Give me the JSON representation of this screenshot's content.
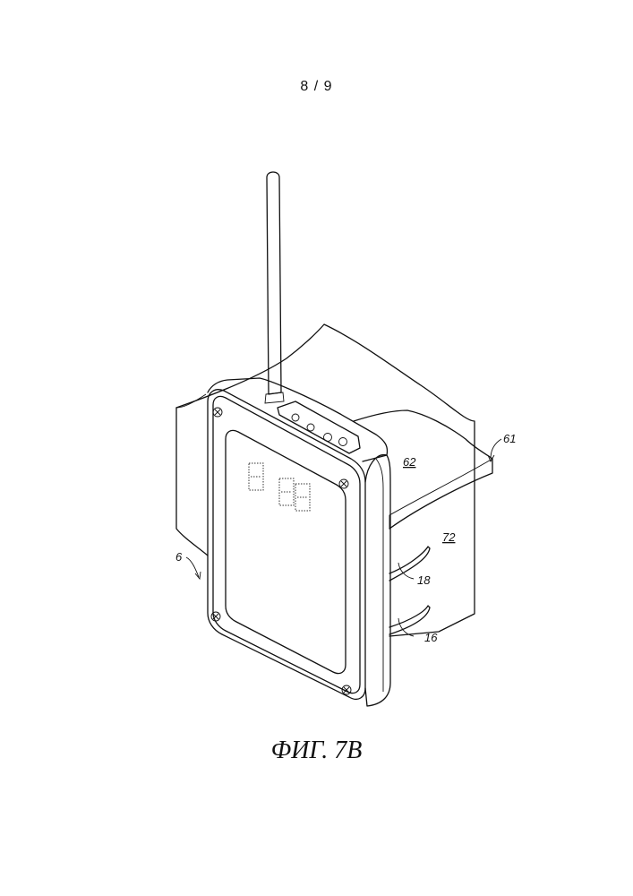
{
  "page": {
    "number": "8 / 9"
  },
  "figure": {
    "caption": "ФИГ. 7B",
    "labels": {
      "ref_6": "6",
      "ref_61": "61",
      "ref_62": "62",
      "ref_72": "72",
      "ref_18": "18",
      "ref_16": "16"
    }
  }
}
